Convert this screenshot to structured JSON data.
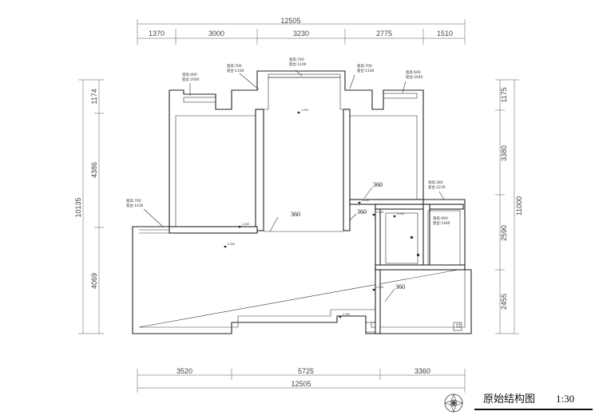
{
  "title_block": {
    "title": "原始结构图",
    "scale": "1:30"
  },
  "dimensions": {
    "top_total": "12505",
    "top_segments": [
      "1370",
      "3000",
      "3230",
      "2775",
      "1510"
    ],
    "bottom_segments": [
      "3520",
      "5725",
      "3360"
    ],
    "bottom_total": "12505",
    "left_total": "10135",
    "left_segments": [
      "1174",
      "4386",
      "4069"
    ],
    "right_total": "11000",
    "right_segments": [
      "1175",
      "3380",
      "2590",
      "2455"
    ]
  },
  "notes": {
    "n1": [
      "梁高:900",
      "窗台:2000"
    ],
    "n2": [
      "窗高:700",
      "窗台:1100"
    ],
    "n3": [
      "窗高:700",
      "窗台:1100"
    ],
    "n4": [
      "窗高:700",
      "窗台:1100"
    ],
    "n5": [
      "窗高:600",
      "窗台:2045"
    ],
    "n6": [
      "窗高:700",
      "窗台:1436"
    ],
    "n7": [
      "梁高:380",
      "窗台:2219"
    ],
    "n8": [
      "梁高:900",
      "窗台:1480"
    ]
  },
  "ceiling_heights": [
    "360",
    "360",
    "360",
    "360"
  ],
  "elevation_marks": [
    "1.200",
    "2.200",
    "2.200",
    "2.205",
    "2.205",
    "2.200",
    "2.200",
    "2.205"
  ]
}
